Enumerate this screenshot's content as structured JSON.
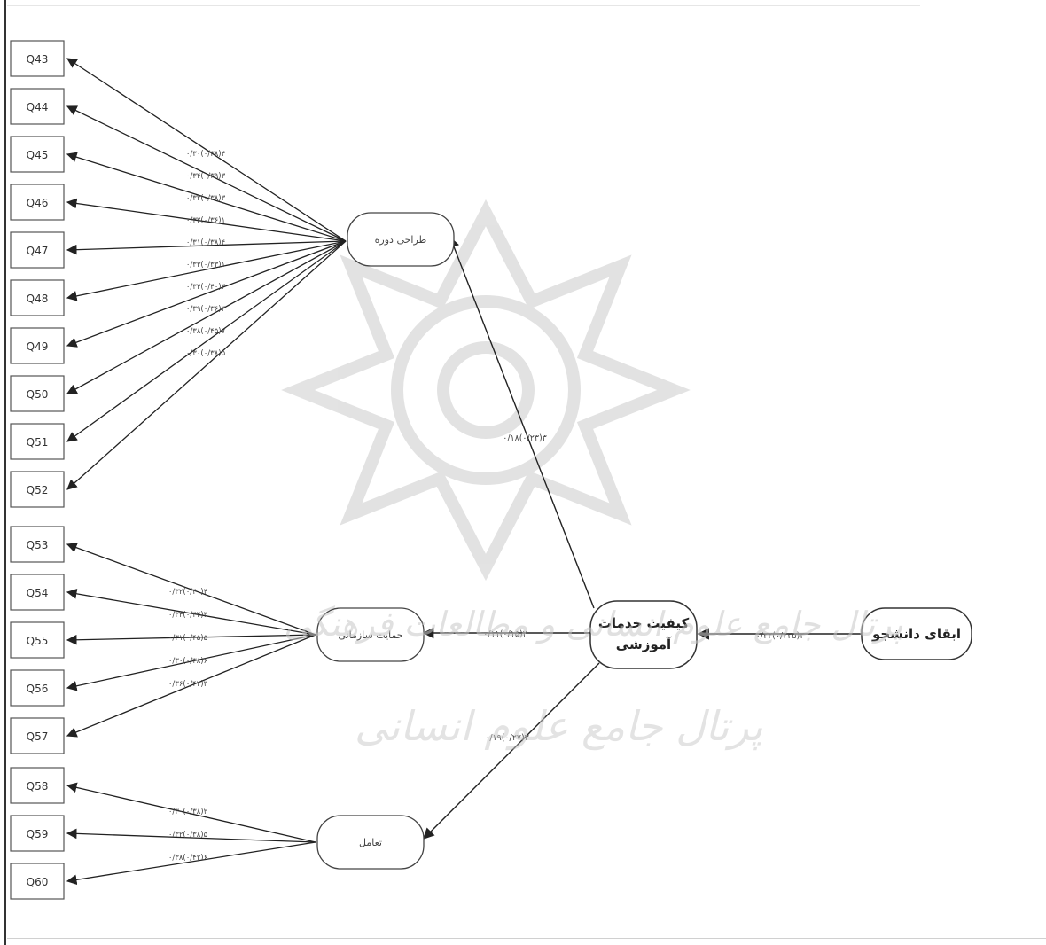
{
  "watermark": {
    "line1": "پرتال جامع علوم انسانی و مطالعات فرهنگی",
    "line2": "پرتال جامع علوم انسانی"
  },
  "colors": {
    "line": "#222222",
    "box_fill": "#ffffff",
    "box_border": "#555555",
    "text": "#333333"
  },
  "indicators": [
    "Q43",
    "Q44",
    "Q45",
    "Q46",
    "Q47",
    "Q48",
    "Q49",
    "Q50",
    "Q51",
    "Q52",
    "Q53",
    "Q54",
    "Q55",
    "Q56",
    "Q57",
    "Q58",
    "Q59",
    "Q60"
  ],
  "constructs": {
    "retention": "ابقای دانشجو",
    "quality_line1": "کیفیت خدمات",
    "quality_line2": "آموزشی",
    "course": "طراحی دوره",
    "org_support": "حمایت سازمانی",
    "interaction": "تعامل"
  },
  "paths": {
    "retention_quality": "۰/۲۲(۰/۲۳۵)۳",
    "quality_course": "۰/۱۸(۰/۲۳)۳",
    "quality_org": "۰/۱۱(۰/۱۵)۲",
    "quality_interaction": "۰/۱۹(۰/۲۷)۳"
  },
  "loadings_course": [
    "۰/۳۰(۰/۳۸)۴",
    "۰/۳۴(۰/۳۹)۳",
    "۰/۳۲(۰/۳۸)۳",
    "۰/۳۲(۰/۳۶)۱",
    "۰/۳۱(۰/۳۸)۴",
    "۰/۳۳(۰/۳۳)۱",
    "۰/۳۴(۰/۴۰)۳",
    "۰/۳۹(۰/۳۶)۳",
    "۰/۳۸(۰/۴۵)۷",
    "۰/۳۰(۰/۳۸)۵"
  ],
  "loadings_org": [
    "۰/۳۲(۰/۴۰)۴",
    "۰/۳۴(۰/۴۳)۳",
    "۰/۳۱(۰/۴۵)۵",
    "۰/۳۰(۰/۳۸)۶",
    "۰/۳۶(۰/۴۲)۳"
  ],
  "loadings_interaction": [
    "۰/۳۰(۰/۳۸)۲",
    "۰/۳۲(۰/۳۸)۵",
    "۰/۳۸(۰/۴۲)۶"
  ]
}
